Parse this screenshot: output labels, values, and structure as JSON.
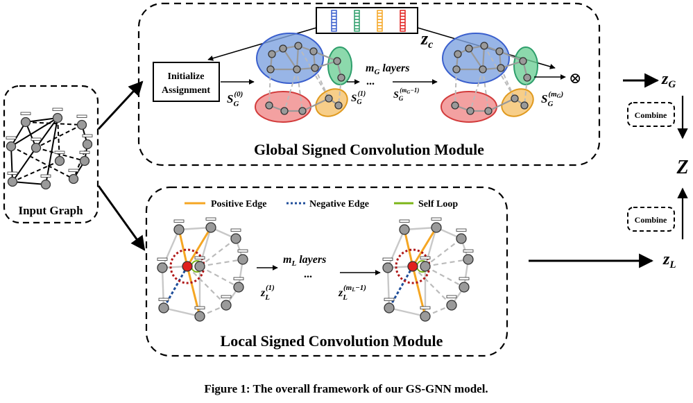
{
  "input_graph": {
    "label": "Input Graph"
  },
  "global_module": {
    "title": "Global Signed Convolution Module",
    "init_box": {
      "line1": "Initialize",
      "line2": "Assignment"
    },
    "zc": {
      "base": "z",
      "sub": "c"
    },
    "s0": {
      "base": "S",
      "sub": "G",
      "sup": "(0)"
    },
    "s1": {
      "base": "S",
      "sub": "G",
      "sup": "(1)"
    },
    "layers_label": {
      "m": "m",
      "sub": "G",
      "rest": " layers"
    },
    "ellipsis": "...",
    "smg1": {
      "base": "S",
      "sub": "G",
      "sup": "(m",
      "supsub": "G",
      "supend": "−1)"
    },
    "smg": {
      "base": "S",
      "sub": "G",
      "sup": "(m",
      "supsub": "G",
      "supend": ")"
    },
    "otimes": "⊗"
  },
  "local_module": {
    "title": "Local Signed Convolution Module",
    "legend": {
      "positive": "Positive Edge",
      "negative": "Negative Edge",
      "selfloop": "Self Loop"
    },
    "layers_label": {
      "m": "m",
      "sub": "L",
      "rest": " layers"
    },
    "ellipsis": "...",
    "z1": {
      "base": "z",
      "sub": "L",
      "sup": "(1)"
    },
    "zml1": {
      "base": "z",
      "sub": "L",
      "sup": "(m",
      "supsub": "L",
      "supend": "−1)"
    }
  },
  "outputs": {
    "zg": {
      "base": "z",
      "sub": "G"
    },
    "zl": {
      "base": "z",
      "sub": "L"
    },
    "z": "Z",
    "combine_top": "Combine",
    "combine_bottom": "Combine"
  },
  "caption": "Figure 1: The overall framework of our GS-GNN model.",
  "colors": {
    "positive": "#f5a623",
    "negative": "#1f4e9a",
    "selfloop": "#7cb518",
    "cluster_blue": "#7ea3e0",
    "cluster_green": "#6fcf97",
    "cluster_red": "#f08a8a",
    "cluster_orange": "#f5c26b",
    "node_fill": "#9a9a9a",
    "center_node": "#e0201e",
    "dotted_ring": "#b01818"
  }
}
